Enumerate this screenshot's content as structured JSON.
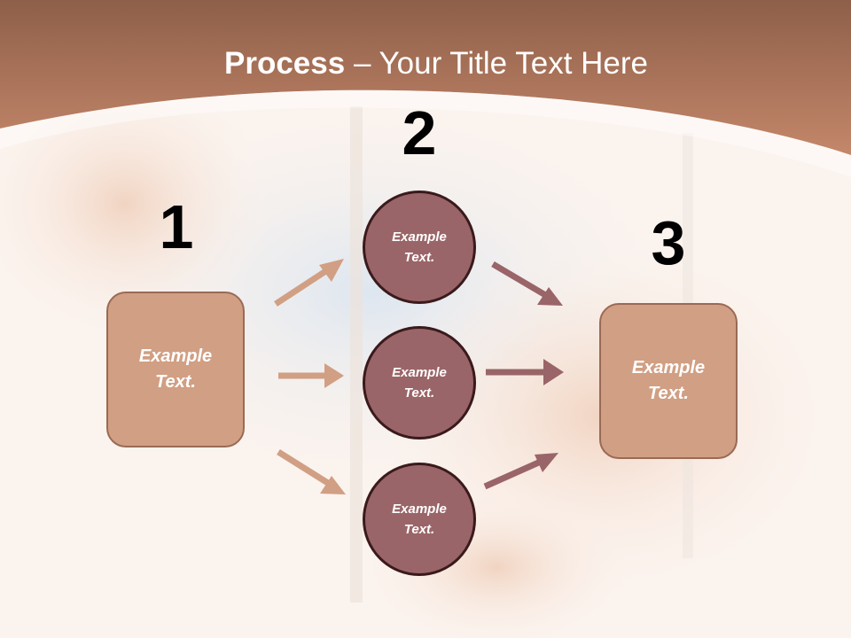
{
  "title": {
    "bold": "Process",
    "rest": " – Your Title Text Here"
  },
  "steps": {
    "one": "1",
    "two": "2",
    "three": "3"
  },
  "left_box": {
    "lines": [
      "Example",
      "Text."
    ]
  },
  "circles": [
    {
      "lines": [
        "Example",
        "Text."
      ]
    },
    {
      "lines": [
        "Example",
        "Text."
      ]
    },
    {
      "lines": [
        "Example",
        "Text."
      ]
    }
  ],
  "right_box": {
    "lines": [
      "Example",
      "Text."
    ]
  },
  "colors": {
    "header": "#b97a5c",
    "box_fill": "#d19f83",
    "circle_fill": "#9a6568",
    "arrow_in": "#d19f83",
    "arrow_out": "#9a6568"
  }
}
